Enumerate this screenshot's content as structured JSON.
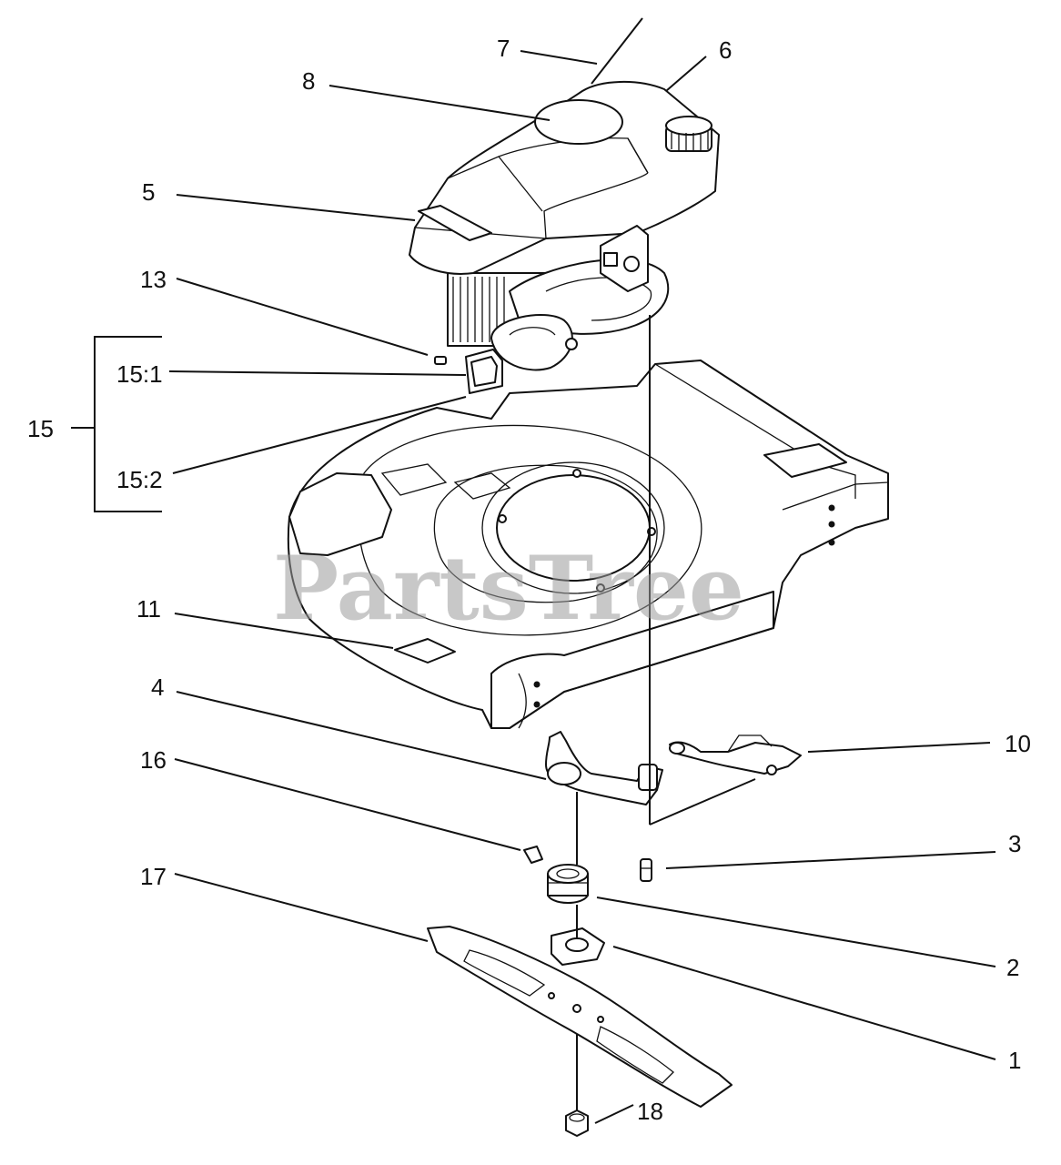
{
  "watermark": "PartsTree",
  "callouts": {
    "c1": "1",
    "c2": "2",
    "c3": "3",
    "c4": "4",
    "c5": "5",
    "c6": "6",
    "c7": "7",
    "c8": "8",
    "c10": "10",
    "c11": "11",
    "c13": "13",
    "c15": "15",
    "c15_1": "15:1",
    "c15_2": "15:2",
    "c16": "16",
    "c17": "17",
    "c18": "18"
  }
}
